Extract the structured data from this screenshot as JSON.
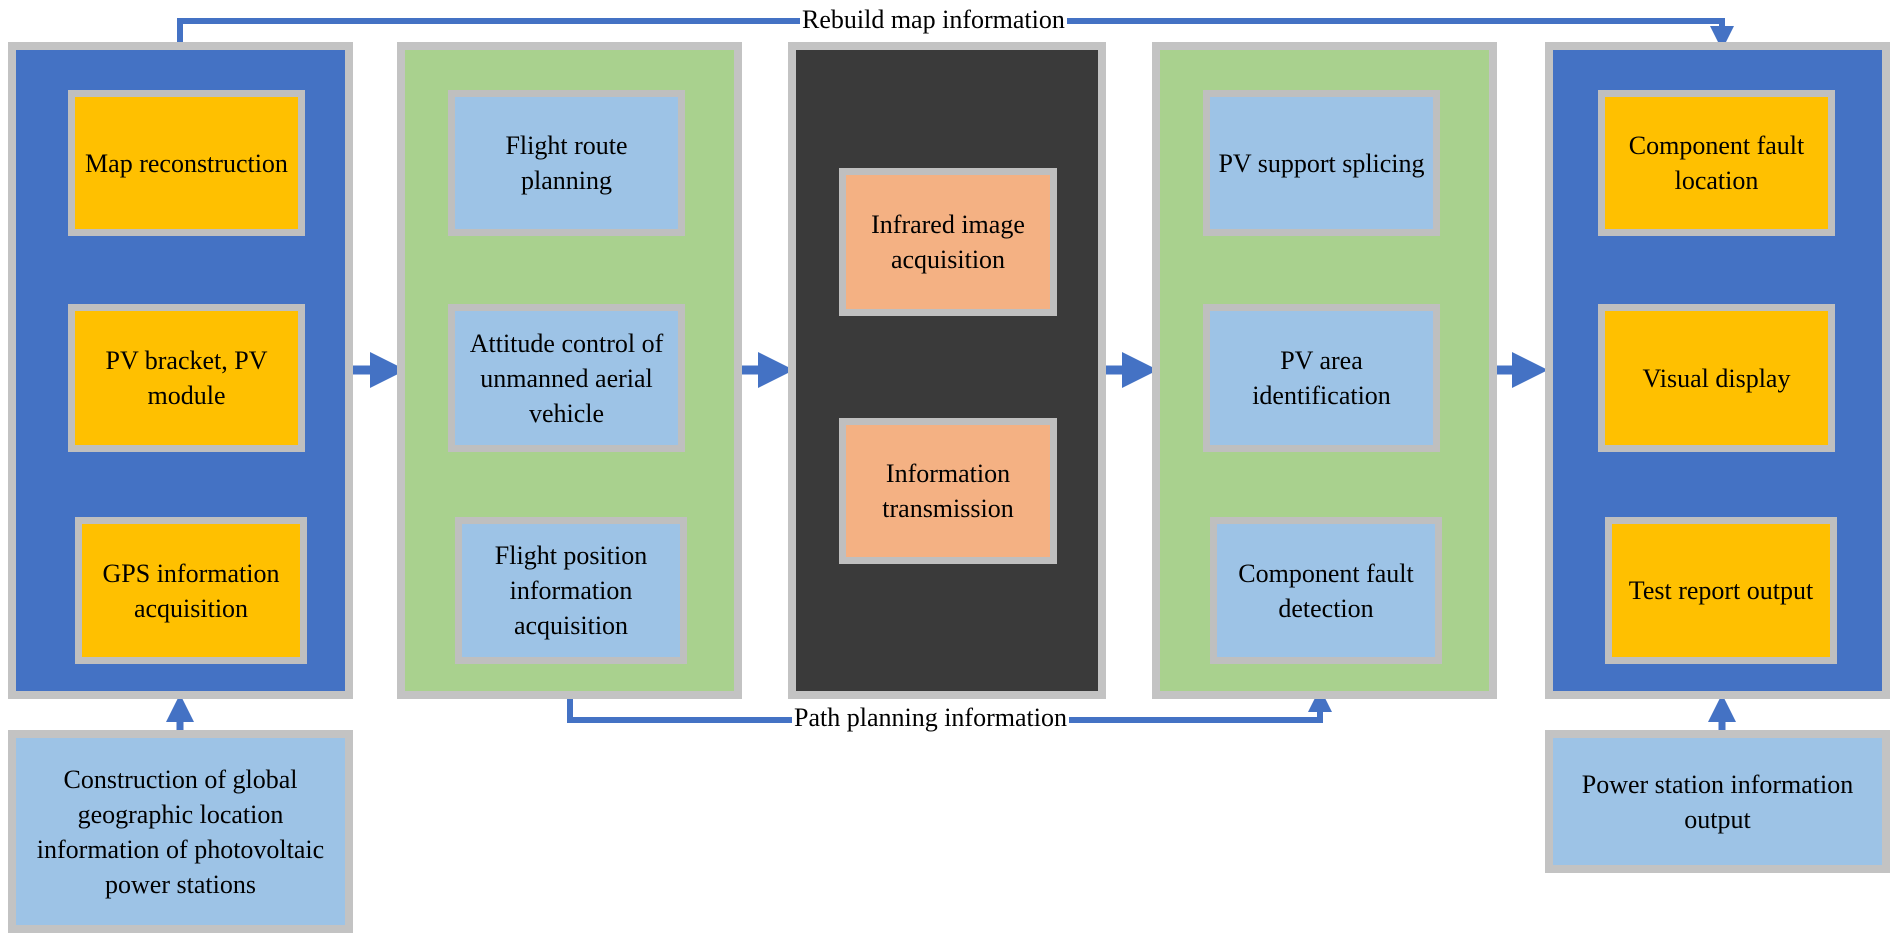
{
  "colors": {
    "panel_blue": "#4472c4",
    "panel_green": "#a9d18e",
    "panel_dark": "#3a3a3a",
    "box_amber": "#ffc000",
    "box_light_blue": "#9dc3e6",
    "box_peach": "#f4b183",
    "border_gray": "#bfbfbf",
    "arrow_blue": "#4472c4"
  },
  "panels": {
    "left": {
      "items": [
        "Map reconstruction",
        "PV bracket, PV module",
        "GPS information acquisition"
      ]
    },
    "planning": {
      "items": [
        "Flight route planning",
        "Attitude control of unmanned aerial vehicle",
        "Flight position information acquisition"
      ]
    },
    "center": {
      "items": [
        "Infrared image acquisition",
        "Information transmission"
      ]
    },
    "analysis": {
      "items": [
        "PV support splicing",
        "PV area identification",
        "Component fault detection"
      ]
    },
    "right": {
      "items": [
        "Component fault location",
        "Visual display",
        "Test report output"
      ]
    }
  },
  "inputs": {
    "global_location": "Construction of global geographic location information of photovoltaic power stations",
    "power_station": "Power station information output"
  },
  "flows": {
    "top_label": "Rebuild map information",
    "bottom_label": "Path planning information"
  }
}
